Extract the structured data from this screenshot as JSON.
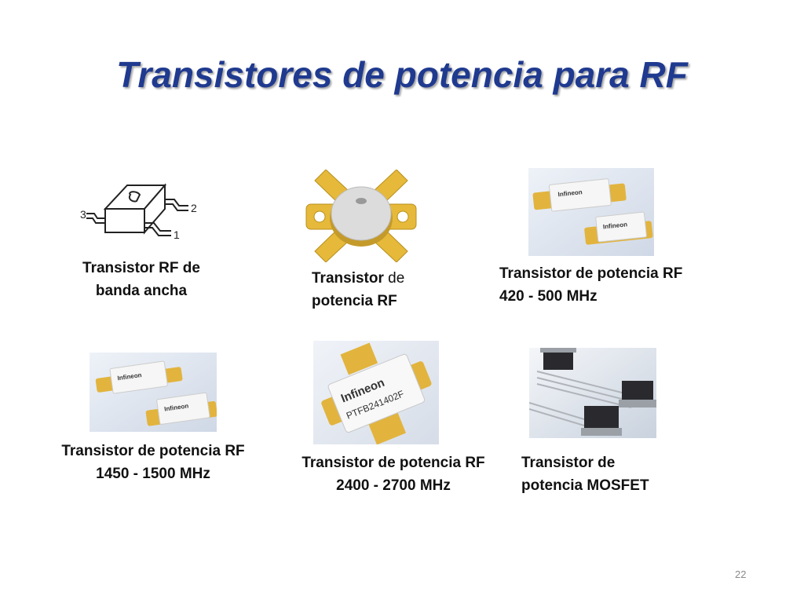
{
  "slide": {
    "title": "Transistores de potencia para RF",
    "page_number": "22"
  },
  "items": [
    {
      "caption_line1": "Transistor RF de",
      "caption_line2": "banda ancha",
      "pin_labels": [
        "3",
        "2",
        "1"
      ]
    },
    {
      "caption_line1_bold": "Transistor",
      "caption_line1_normal": "de",
      "caption_line2": "potencia RF"
    },
    {
      "caption_line1": "Transistor de potencia RF",
      "caption_line2": "420 - 500 MHz",
      "chip_labels": [
        "Infineon",
        "Infineon"
      ]
    },
    {
      "caption_line1": "Transistor de potencia RF",
      "caption_line2": "1450 - 1500 MHz",
      "chip_labels": [
        "Infineon",
        "Infineon"
      ]
    },
    {
      "caption_line1": "Transistor de potencia RF",
      "caption_line2": "2400 - 2700 MHz",
      "chip_brand": "Infineon",
      "chip_part": "PTFB241402F"
    },
    {
      "caption_line1": "Transistor de",
      "caption_line2": "potencia MOSFET"
    }
  ]
}
